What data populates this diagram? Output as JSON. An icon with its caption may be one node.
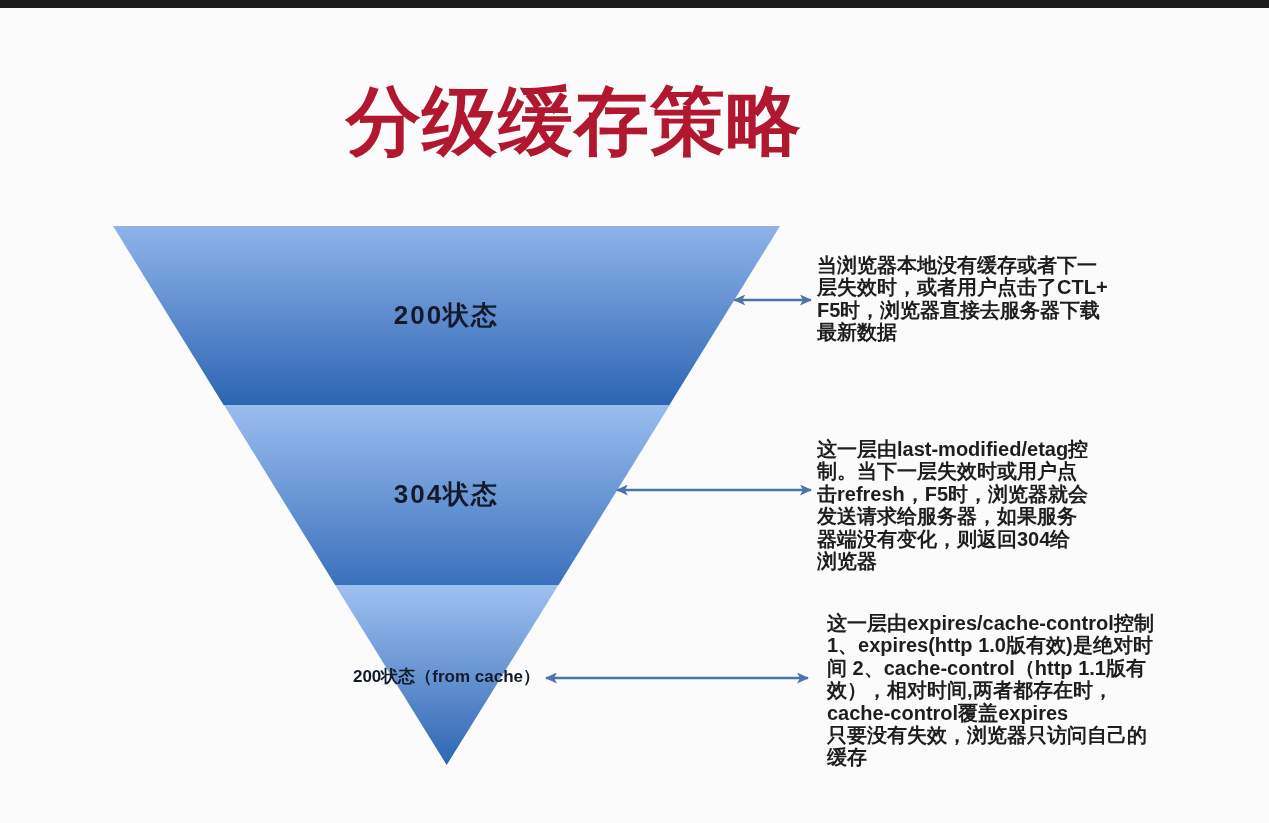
{
  "diagram": {
    "title": "分级缓存策略",
    "nodes": [
      {
        "text": [
          "200状态"
        ]
      },
      {
        "text": [
          "304状态"
        ]
      },
      {
        "text": [
          "200状态（from cache）"
        ]
      },
      {
        "text": [
          "当浏览器本地没有缓存或者下一层失效时，或者用户点击了CTL+F5时，浏览器直接去服务器下载最新数据"
        ]
      },
      {
        "text": [
          "这一层由last-modified/etag控制。当下一层失效时或用户点击refresh，F5时，浏览器就会发送请求给服务器，如果服务器端没有变化，则返回304给浏览器"
        ]
      },
      {
        "text": [
          "这一层由expires/cache-control控制",
          "1、expires(http 1.0版有效)是绝对时间 2、cache-control（http 1.1版有效），相对时间,两者都存在时，cache-control覆盖expires",
          "只要没有失效，浏览器只访问自己的缓存"
        ]
      }
    ],
    "edges": [
      {
        "from": 0,
        "to": 3,
        "arrow": "both"
      },
      {
        "from": 1,
        "to": 4,
        "arrow": "both"
      },
      {
        "from": 2,
        "to": 5,
        "arrow": "both"
      }
    ]
  }
}
